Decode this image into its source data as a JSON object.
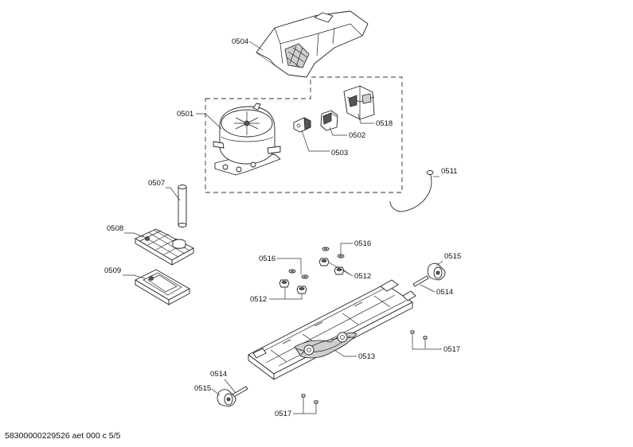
{
  "labels": {
    "l0504": "0504",
    "l0501": "0501",
    "l0518": "0518",
    "l0502": "0502",
    "l0503": "0503",
    "l0511": "0511",
    "l0507": "0507",
    "l0508": "0508",
    "l0509": "0509",
    "l0516a": "0516",
    "l0516b": "0516",
    "l0512a": "0512",
    "l0512b": "0512",
    "l0515a": "0515",
    "l0514a": "0514",
    "l0513": "0513",
    "l0517a": "0517",
    "l0514b": "0514",
    "l0515b": "0515",
    "l0517b": "0517"
  },
  "footer": "58300000229526 aet 000 c 5/5"
}
